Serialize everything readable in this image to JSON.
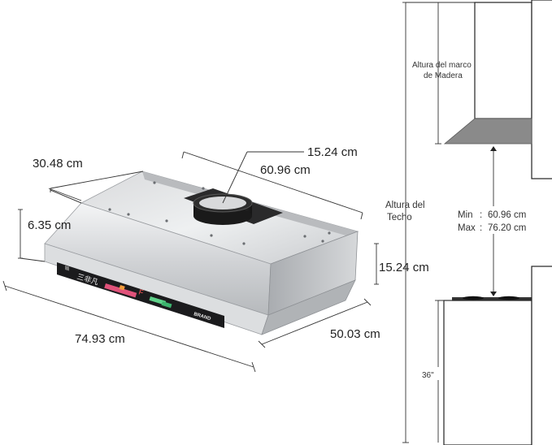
{
  "hood_dimensions": {
    "top_depth": "30.48 cm",
    "duct_diameter": "15.24 cm",
    "top_width": "60.96 cm",
    "front_height": "6.35 cm",
    "side_height": "15.24 cm",
    "bottom_width": "74.93 cm",
    "bottom_depth": "50.03 cm"
  },
  "panel": {
    "brand": "BRAND",
    "badge": "三非凡",
    "display": "F"
  },
  "installation": {
    "cabinet_label": "Altura del marco\nde Madera",
    "ceiling_label": "Altura del\nTecho",
    "min_label": "Min",
    "min_value": "60.96 cm",
    "max_label": "Max",
    "max_value": "76.20 cm",
    "separator": ":",
    "counter_height": "36\""
  },
  "colors": {
    "steel_light": "#e6e7e8",
    "steel_mid": "#c4c6c9",
    "steel_dark": "#9a9da1",
    "panel": "#1b1b1d",
    "cabinet_gray": "#8a8a8a"
  }
}
